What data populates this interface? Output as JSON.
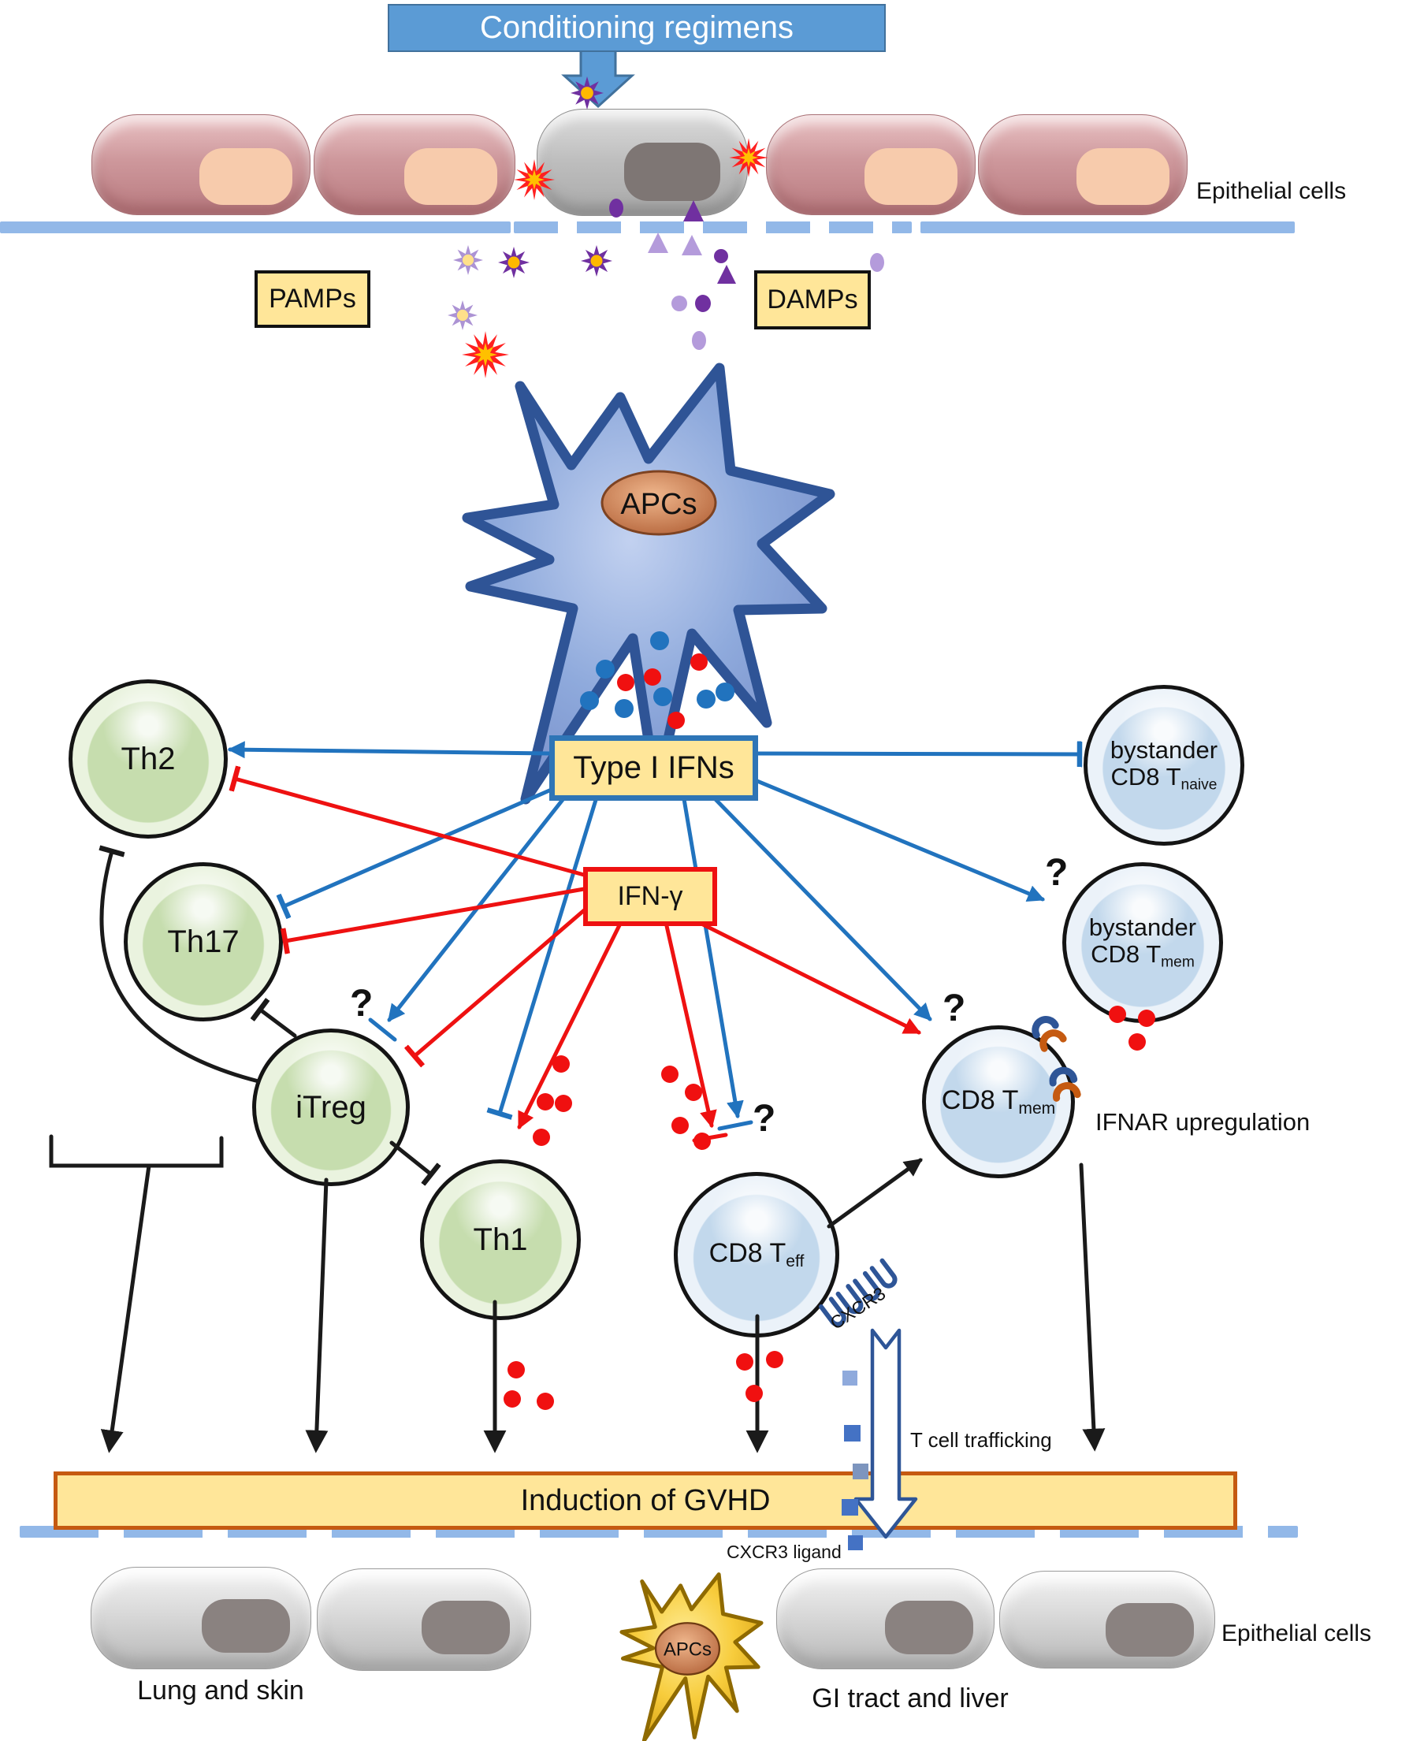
{
  "banner": {
    "label": "Conditioning regimens"
  },
  "membrane_labels": {
    "top": "Epithelial cells",
    "bottom": "Epithelial cells"
  },
  "signal_boxes": {
    "pamps": "PAMPs",
    "damps": "DAMPs",
    "type1_ifns": "Type I IFNs",
    "ifn_gamma": "IFN-γ"
  },
  "apc": {
    "top": "APCs",
    "bottom": "APCs"
  },
  "cells": {
    "th2": {
      "label": "Th2"
    },
    "th17": {
      "label": "Th17"
    },
    "itreg": {
      "label": "iTreg"
    },
    "th1": {
      "label": "Th1"
    },
    "cd8_teff": {
      "main": "CD8 T",
      "sub": "eff"
    },
    "cd8_tmem": {
      "main": "CD8 T",
      "sub": "mem"
    },
    "bystander_naive": {
      "line1": "bystander",
      "line2": "CD8 T",
      "sub": "naive"
    },
    "bystander_mem": {
      "line1": "bystander",
      "line2": "CD8 T",
      "sub": "mem"
    }
  },
  "annotations": {
    "ifnar": "IFNAR upregulation",
    "cxcr3": "CXCR3",
    "cxcr3_ligand": "CXCR3 ligand",
    "trafficking": "T cell trafficking",
    "question_mark": "?"
  },
  "gvhd_bar": {
    "label": "Induction of GVHD"
  },
  "organs": {
    "left": "Lung and skin",
    "right": "GI tract and liver"
  },
  "colors": {
    "arrow_blue": "#2173BE",
    "arrow_red": "#EE1111",
    "dot_red": "#F01010",
    "banner_blue": "#5B9BD5",
    "box_yellow": "#FFE699",
    "type1_border": "#2E75B6",
    "gvhd_border": "#C55A11",
    "membrane": "#92B8E8",
    "green_cell": "#C6DDAE",
    "blue_cell": "#C2D8EC",
    "pamp_purple": "#7030A0",
    "pamp_light": "#AC93D4",
    "burst_red": "#FF2020",
    "burst_yellow": "#FFC000",
    "apc_blue": "#8FAADC",
    "apc_gold": "#F5C332",
    "receptor_blue": "#2E5597",
    "receptor_orange": "#C55A11"
  }
}
